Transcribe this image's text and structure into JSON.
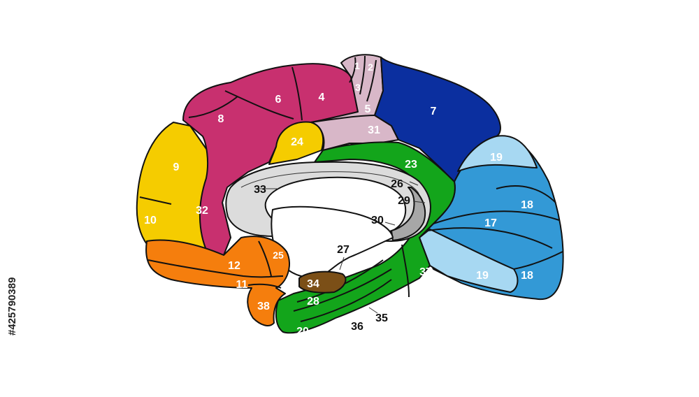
{
  "diagram": {
    "colors": {
      "outline": "#111111",
      "magenta": "#c8306f",
      "dark_blue": "#0b2f9f",
      "medium_blue": "#3399d6",
      "light_blue": "#a7d8f2",
      "yellow": "#f5cc00",
      "orange": "#f57e0d",
      "green": "#13a51b",
      "lilac": "#d8b7c8",
      "light_gray": "#dcdcdc",
      "gray": "#a7a7a7",
      "brown": "#7b4f17",
      "white_label": "#ffffff",
      "black_label": "#111111"
    },
    "labels": {
      "area_1": "1",
      "area_2": "2",
      "area_3": "3",
      "area_4": "4",
      "area_5": "5",
      "area_6": "6",
      "area_7": "7",
      "area_8": "8",
      "area_9": "9",
      "area_10": "10",
      "area_11": "11",
      "area_12": "12",
      "area_17": "17",
      "area_18_upper": "18",
      "area_18_lower": "18",
      "area_19_upper": "19",
      "area_19_lower": "19",
      "area_20": "20",
      "area_23": "23",
      "area_24": "24",
      "area_25": "25",
      "area_26": "26",
      "area_27": "27",
      "area_28": "28",
      "area_29": "29",
      "area_30": "30",
      "area_31": "31",
      "area_32": "32",
      "area_33": "33",
      "area_34": "34",
      "area_35": "35",
      "area_36": "36",
      "area_37": "37",
      "area_38": "38"
    }
  },
  "stock_id": "#425790389"
}
